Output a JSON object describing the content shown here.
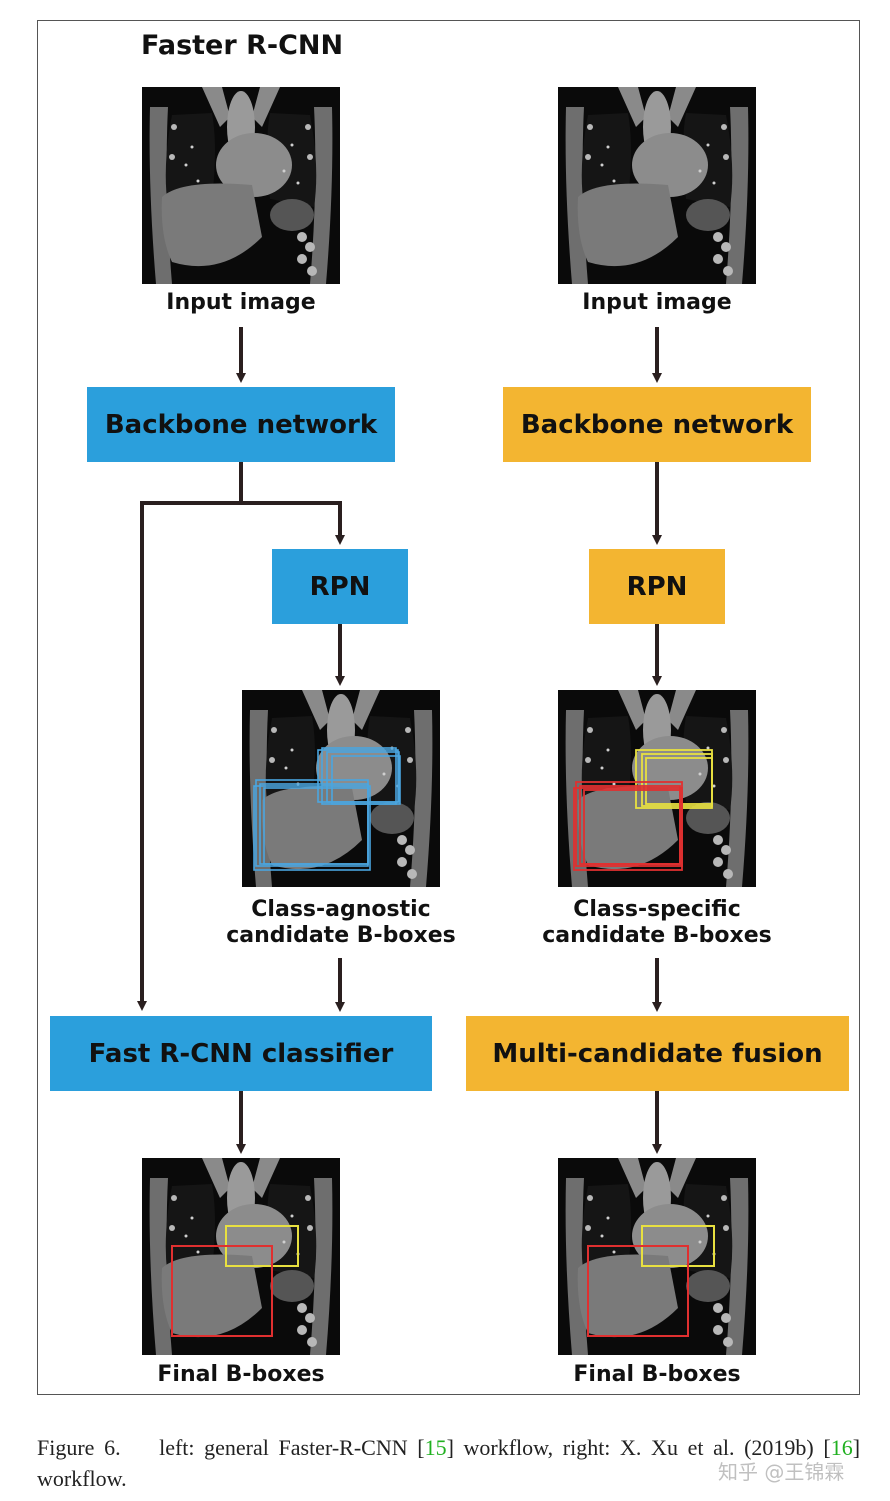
{
  "figure": {
    "left_title": "Faster R-CNN",
    "left": {
      "input_label": "Input image",
      "backbone": "Backbone network",
      "rpn": "RPN",
      "candidates_label_line1": "Class-agnostic",
      "candidates_label_line2": "candidate B-boxes",
      "classifier": "Fast R-CNN classifier",
      "final_label": "Final B-boxes"
    },
    "right": {
      "input_label": "Input image",
      "backbone": "Backbone network",
      "rpn": "RPN",
      "candidates_label_line1": "Class-specific",
      "candidates_label_line2": "candidate B-boxes",
      "fusion": "Multi-candidate fusion",
      "final_label": "Final B-boxes"
    },
    "colors": {
      "left_boxes": "#2b9fdc",
      "right_boxes": "#f3b531",
      "agnostic_bbox": "#4aa6e0",
      "liver_bbox": "#e03030",
      "heart_bbox": "#e8e040",
      "arrow": "#2a1f1f"
    }
  },
  "caption": {
    "prefix": "Figure 6.",
    "text_a": "left: general Faster-R-CNN [",
    "ref_a": "15",
    "text_b": "] workflow, right: X. Xu et al. (2019b) [",
    "ref_b": "16",
    "text_c": "] workflow."
  },
  "watermark": "知乎 @王锦霖"
}
